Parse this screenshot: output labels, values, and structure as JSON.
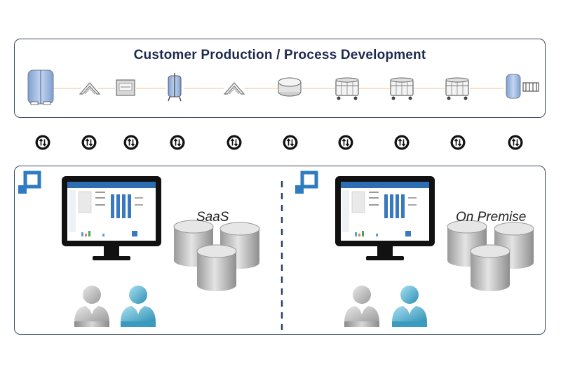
{
  "diagram": {
    "top_title": "Customer Production / Process Development",
    "left_label": "SaaS",
    "right_label": "On Premise"
  },
  "colors": {
    "border": "#3c4a5c",
    "title": "#1d2a4d",
    "tank_blue": "#a9c3e8",
    "logo_blue": "#2f7bc1",
    "person_teal": "#57b3d4",
    "person_gray": "#b8b8b8",
    "database": "#bcbcbc",
    "connector": "#f0c8a8"
  },
  "icons": {
    "equipment": [
      "bioreactor-tank-icon",
      "filter-icon",
      "controller-icon",
      "small-bioreactor-icon",
      "filter-icon",
      "chromatography-column-icon",
      "cart-icon",
      "cart-icon",
      "cart-icon",
      "storage-tank-icon"
    ],
    "sync": "sync-icon",
    "logo": "company-logo-icon",
    "monitor": "monitor-icon",
    "database": "database-icon",
    "user": "user-icon"
  }
}
